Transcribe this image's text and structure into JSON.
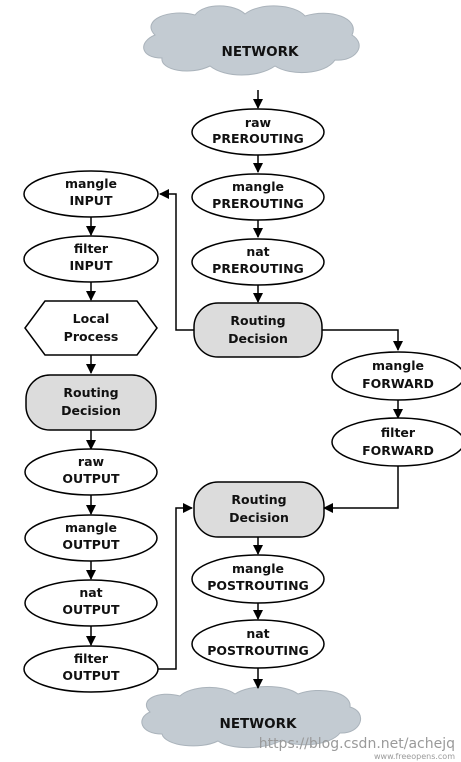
{
  "diagram": {
    "clouds": {
      "top": "NETWORK",
      "bottom": "NETWORK"
    },
    "nodes": {
      "raw_prerouting": [
        "raw",
        "PREROUTING"
      ],
      "mangle_prerouting": [
        "mangle",
        "PREROUTING"
      ],
      "nat_prerouting": [
        "nat",
        "PREROUTING"
      ],
      "routing_decision_1": [
        "Routing",
        "Decision"
      ],
      "mangle_input": [
        "mangle",
        "INPUT"
      ],
      "filter_input": [
        "filter",
        "INPUT"
      ],
      "local_process": [
        "Local",
        "Process"
      ],
      "routing_decision_2": [
        "Routing",
        "Decision"
      ],
      "raw_output": [
        "raw",
        "OUTPUT"
      ],
      "mangle_output": [
        "mangle",
        "OUTPUT"
      ],
      "nat_output": [
        "nat",
        "OUTPUT"
      ],
      "filter_output": [
        "filter",
        "OUTPUT"
      ],
      "mangle_forward": [
        "mangle",
        "FORWARD"
      ],
      "filter_forward": [
        "filter",
        "FORWARD"
      ],
      "routing_decision_3": [
        "Routing",
        "Decision"
      ],
      "mangle_postrouting": [
        "mangle",
        "POSTROUTING"
      ],
      "nat_postrouting": [
        "nat",
        "POSTROUTING"
      ]
    },
    "watermark": {
      "main": "https://blog.csdn.net/achejq",
      "small": "www.freeopens.com"
    }
  }
}
